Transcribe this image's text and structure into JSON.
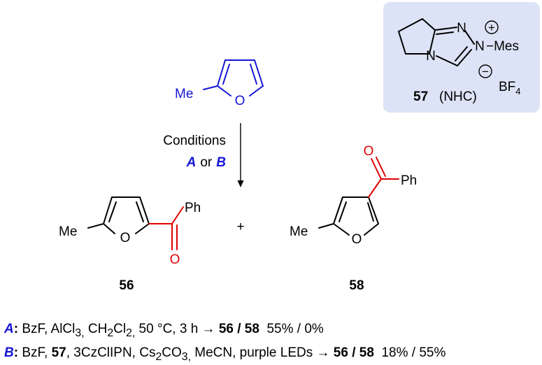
{
  "catalyst": {
    "atom_n_top": "N",
    "atom_n_plus": "N",
    "atom_n_left": "N",
    "charge_plus": "+",
    "charge_minus": "−",
    "substituent": "−Mes",
    "counterion_b": "BF",
    "counterion_sub": "4",
    "compound_number": "57",
    "compound_label": "(NHC)"
  },
  "colors": {
    "catalyst_box": "#dce3f6",
    "starting_material": "#1515d6",
    "new_acyl_group": "#e00000",
    "condition_tag": "#1515d6"
  },
  "starting_material": {
    "methyl": "Me",
    "oxygen": "O"
  },
  "conditions": {
    "title": "Conditions",
    "tag_a": "A",
    "or_word": "or",
    "tag_b": "B"
  },
  "product_56": {
    "methyl": "Me",
    "ring_oxygen": "O",
    "phenyl": "Ph",
    "carbonyl_oxygen": "O",
    "number": "56"
  },
  "plus_sign": "+",
  "product_58": {
    "methyl": "Me",
    "ring_oxygen": "O",
    "phenyl": "Ph",
    "carbonyl_oxygen": "O",
    "number": "58"
  },
  "condition_a": {
    "tag": "A",
    "colon": ":",
    "reagent_1": " BzF, AlCl",
    "reagent_1_sub": "3,",
    "reagent_2": " CH",
    "reagent_2_sub": "2",
    "reagent_3": "Cl",
    "reagent_3_sub": "2,",
    "rest": " 50 °C, 3 h → ",
    "products": "56 / 58",
    "yields": "  55% / 0%"
  },
  "condition_b": {
    "tag": "B",
    "colon": ":",
    "reagent_1": " BzF, ",
    "catalyst_ref": "57",
    "reagent_2": ", 3CzClIPN, Cs",
    "reagent_2_sub": "2",
    "reagent_3": "CO",
    "reagent_3_sub": "3,",
    "rest": " MeCN, purple LEDs → ",
    "products": "56 / 58",
    "yields": "  18% / 55%"
  }
}
